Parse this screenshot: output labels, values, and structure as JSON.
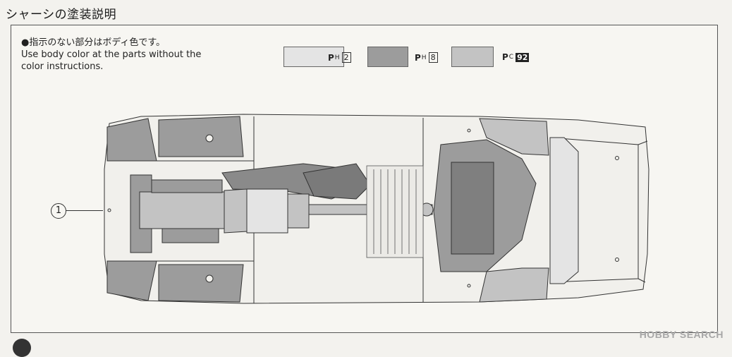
{
  "title": "シャーシの塗装説明",
  "note": {
    "jp": "●指示のない部分はボディ色です。",
    "en_line1": "Use body color at the parts without the",
    "en_line2": "color instructions."
  },
  "paints": [
    {
      "prefix": "P",
      "sub": "H",
      "number": "2",
      "style": "outlined",
      "color": "#e4e4e4"
    },
    {
      "prefix": "P",
      "sub": "H",
      "number": "8",
      "style": "outlined",
      "color": "#9c9c9c"
    },
    {
      "prefix": "P",
      "sub": "C",
      "number": "92",
      "style": "filled",
      "color": "#c3c3c3"
    }
  ],
  "callout": "1",
  "watermark": "HOBBY SEARCH",
  "colors": {
    "light_gray": "#e4e4e4",
    "dark_gray": "#9c9c9c",
    "mid_gray": "#c3c3c3",
    "line": "#333333"
  }
}
